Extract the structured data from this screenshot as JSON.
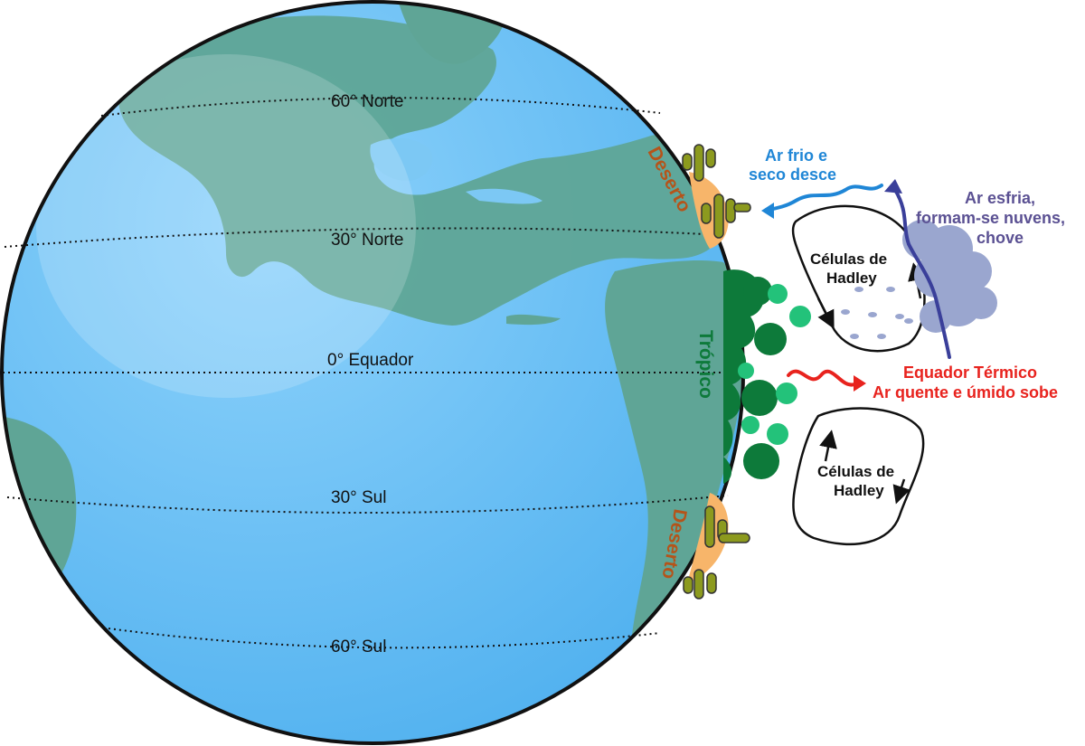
{
  "colors": {
    "ocean": "#5ab8f2",
    "ocean_light": "#8fd3fb",
    "land": "#5fa596",
    "desert_sand": "#f7b56a",
    "desert_text": "#b5541a",
    "cactus": "#8c9a1e",
    "tropic_dark": "#0d7a3a",
    "tropic_light": "#23c27a",
    "cold_air": "#1f86d6",
    "warm_air": "#e8231e",
    "rain_text": "#5b5193",
    "cloud": "#9aa6cf"
  },
  "latitudes": {
    "north_60": "60° Norte",
    "north_30": "30° Norte",
    "equator": "0° Equador",
    "south_30": "30° Sul",
    "south_60": "60° Sul"
  },
  "zones": {
    "desert_north": "Deserto",
    "tropic": "Trópico",
    "desert_south": "Deserto"
  },
  "cells": {
    "north": {
      "line1": "Células de",
      "line2": "Hadley"
    },
    "south": {
      "line1": "Células de",
      "line2": "Hadley"
    }
  },
  "annotations": {
    "cold_dry": {
      "line1": "Ar frio e",
      "line2": "seco desce"
    },
    "cools": {
      "line1": "Ar esfria,",
      "line2": "formam-se nuvens,",
      "line3": "chove"
    },
    "thermal_equator": {
      "line1": "Equador Térmico",
      "line2": "Ar quente e úmido sobe"
    }
  }
}
